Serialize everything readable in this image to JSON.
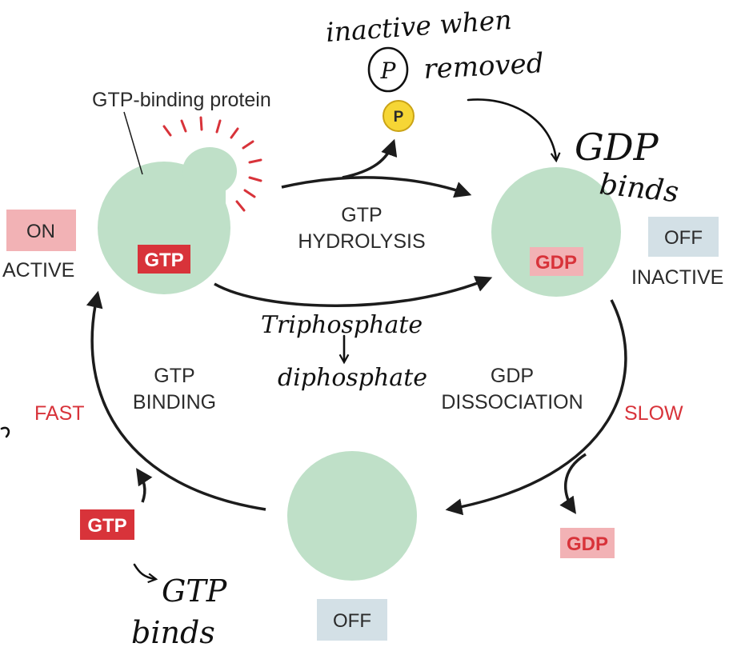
{
  "diagram": {
    "protein_label": "GTP-binding protein",
    "hydrolysis": [
      "GTP",
      "HYDROLYSIS"
    ],
    "binding": [
      "GTP",
      "BINDING"
    ],
    "dissociation": [
      "GDP",
      "DISSOCIATION"
    ],
    "fast": "FAST",
    "slow": "SLOW",
    "on_state": {
      "tag": "ON",
      "label": "ACTIVE"
    },
    "off_state_right": {
      "tag": "OFF",
      "label": "INACTIVE"
    },
    "off_state_bottom": {
      "tag": "OFF"
    },
    "gtp_tag_bound": "GTP",
    "gdp_tag_bound": "GDP",
    "gtp_tag_free": "GTP",
    "gdp_tag_free": "GDP",
    "phosphate": "P"
  },
  "handwritten": {
    "note_top_line1": "inactive when",
    "note_top_p": "P",
    "note_top_line2": "removed",
    "gdp_binds_line1": "GDP",
    "gdp_binds_line2": "binds",
    "triphosphate": "Triphosphate",
    "diphosphate": "diphosphate",
    "gtp_binds_line1": "GTP",
    "gtp_binds_line2": "binds"
  },
  "colors": {
    "protein": "#bfe0c8",
    "red": "#d8333a",
    "pink": "#f2b2b5",
    "off_blue": "#d3e0e6",
    "phosphate": "#f6d635"
  }
}
